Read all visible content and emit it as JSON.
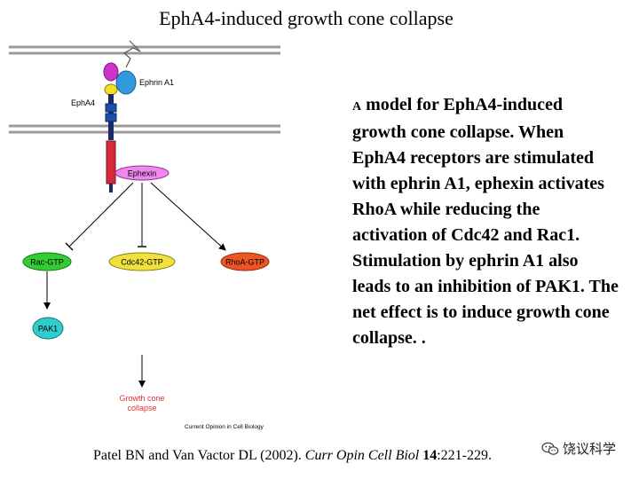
{
  "title": "EphA4-induced growth cone collapse",
  "diagram": {
    "labels": {
      "ephrin": "Ephrin A1",
      "receptor": "EphA4",
      "ephexin": "Ephexin",
      "rac": "Rac-GTP",
      "cdc42": "Cdc42-GTP",
      "rhoa": "RhoA-GTP",
      "pak1": "PAK1",
      "outcome_line1": "Growth cone",
      "outcome_line2": "collapse",
      "source": "Current Opinion in Cell Biology"
    },
    "colors": {
      "membrane": "#9a9a9a",
      "ephrin_magenta": "#cc33cc",
      "ephrin_blue": "#3399dd",
      "yellow_domain": "#f0e020",
      "receptor_blue": "#1c4fa8",
      "receptor_red": "#d42a3a",
      "ephexin_fill": "#ee88ee",
      "rac_fill": "#33cc33",
      "cdc42_fill": "#f0e040",
      "rhoa_fill": "#ee5522",
      "pak1_fill": "#33cccc",
      "outcome_text": "#dd3333"
    }
  },
  "description": {
    "lead": "A",
    "body": "model for EphA4-induced growth cone collapse. When EphA4 receptors are stimulated with ephrin A1, ephexin activates RhoA while reducing the activation of Cdc42 and Rac1. Stimulation by ephrin A1 also leads to an inhibition of PAK1. The net effect is to induce growth cone collapse. ."
  },
  "citation": {
    "authors": "Patel BN and Van Vactor DL (2002). ",
    "journal": "Curr Opin Cell Biol",
    "volume": "14",
    "pages": ":221-229."
  },
  "watermark": {
    "icon": "wechat-icon",
    "text": "饶议科学"
  }
}
